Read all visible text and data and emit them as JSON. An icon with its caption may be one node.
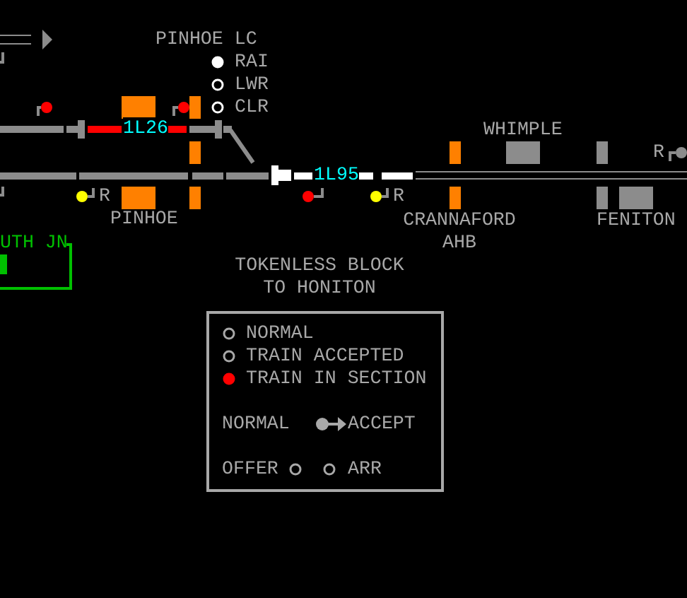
{
  "diagram": {
    "nodes": [
      {
        "text": [
          "NORMAL",
          "TRAIN ACCEPTED",
          "TRAIN IN SECTION",
          "NORMAL",
          "ACCEPT",
          "OFFER",
          "ARR"
        ]
      }
    ],
    "labels": [
      "PINHOE LC",
      "RAI",
      "LWR",
      "CLR",
      "1L26",
      "WHIMPLE",
      "R",
      "1L95",
      "R",
      "R",
      "PINHOE",
      "CRANNAFORD AHB",
      "FENITON",
      "UTH JN",
      "TOKENLESS BLOCK TO HONITON"
    ]
  }
}
